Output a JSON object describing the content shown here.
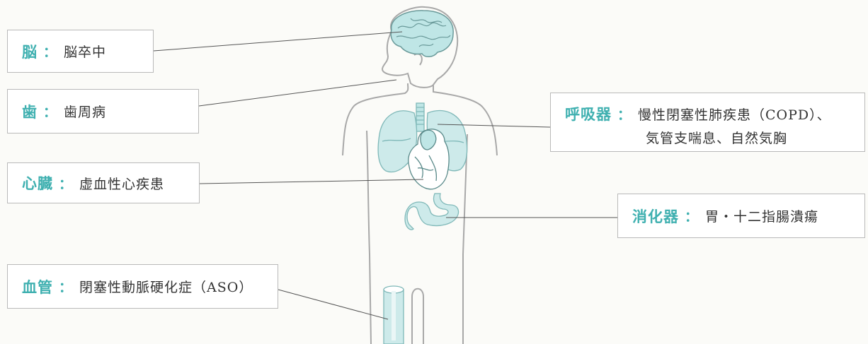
{
  "colors": {
    "accent": "#3fb0b0",
    "organ_fill": "#bfe6e6",
    "outline": "#a8a8a8",
    "leader": "#555555"
  },
  "callouts": {
    "brain": {
      "organ": "脳",
      "sep": "：",
      "disease": "脳卒中"
    },
    "teeth": {
      "organ": "歯",
      "sep": "：",
      "disease": "歯周病"
    },
    "heart": {
      "organ": "心臓",
      "sep": "：",
      "disease": "虚血性心疾患"
    },
    "vessel": {
      "organ": "血管",
      "sep": "：",
      "disease": "閉塞性動脈硬化症（ASO）"
    },
    "respiratory": {
      "organ": "呼吸器",
      "sep": "：",
      "disease_line1": "慢性閉塞性肺疾患（COPD）、",
      "disease_line2": "気管支喘息、自然気胸"
    },
    "digestive": {
      "organ": "消化器",
      "sep": "：",
      "disease": "胃・十二指腸潰瘍"
    }
  },
  "icons": [
    "brain-icon",
    "lungs-icon",
    "heart-icon",
    "stomach-icon",
    "blood-vessel-icon",
    "body-outline"
  ]
}
